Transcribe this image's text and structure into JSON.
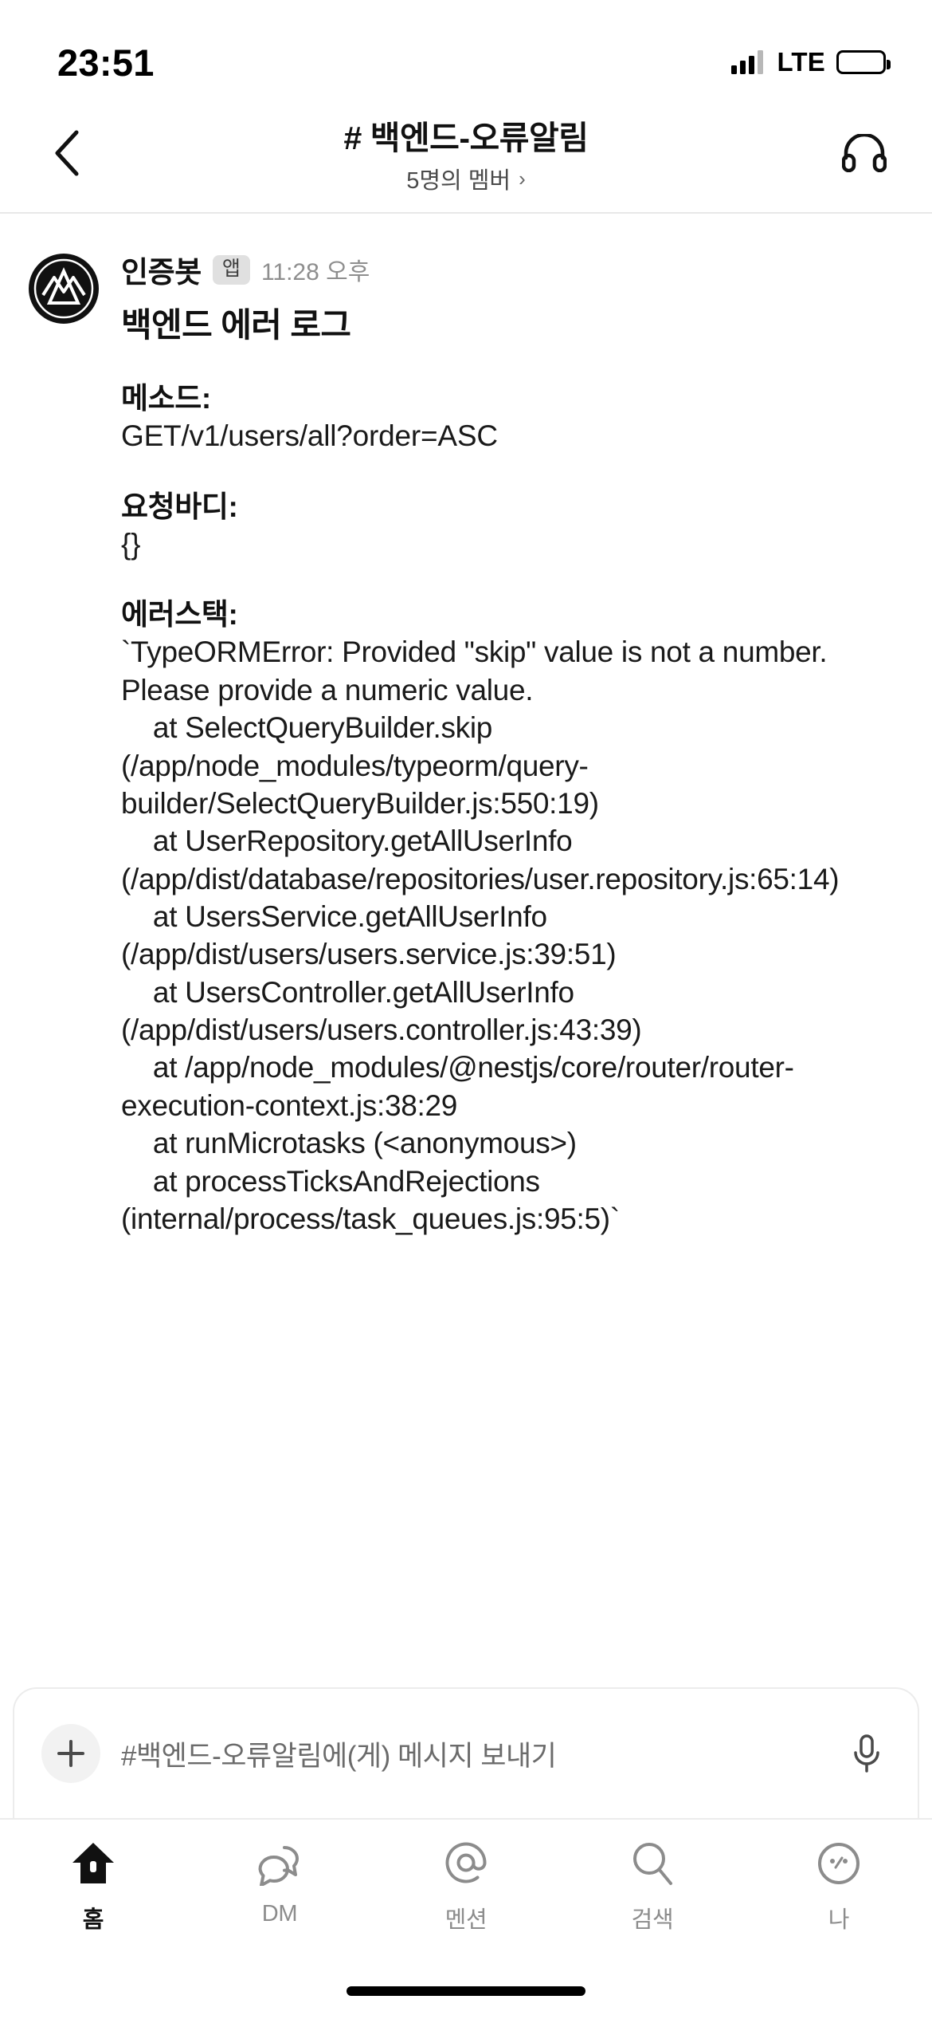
{
  "status_bar": {
    "time": "23:51",
    "network": "LTE",
    "signal_icon": "signal-bars-icon",
    "battery_icon": "battery-icon"
  },
  "header": {
    "back_icon": "chevron-left-icon",
    "channel_name": "# 백엔드-오류알림",
    "members_text": "5명의 멤버",
    "members_chevron": "›",
    "huddle_icon": "headphones-icon"
  },
  "message": {
    "avatar_name": "인증봇-avatar",
    "author": "인증봇",
    "badge": "앱",
    "time": "11:28 오후",
    "title": "백엔드 에러 로그",
    "sections": [
      {
        "label": "메소드:",
        "value": "GET/v1/users/all?order=ASC"
      },
      {
        "label": "요청바디:",
        "value": "{}"
      }
    ],
    "stack_label": "에러스택:",
    "stack_trace": "`TypeORMError: Provided \"skip\" value is not a number. Please provide a numeric value.\n    at SelectQueryBuilder.skip (/app/node_modules/typeorm/query-builder/SelectQueryBuilder.js:550:19)\n    at UserRepository.getAllUserInfo (/app/dist/database/repositories/user.repository.js:65:14)\n    at UsersService.getAllUserInfo (/app/dist/users/users.service.js:39:51)\n    at UsersController.getAllUserInfo (/app/dist/users/users.controller.js:43:39)\n    at /app/node_modules/@nestjs/core/router/router-execution-context.js:38:29\n    at runMicrotasks (<anonymous>)\n    at processTicksAndRejections (internal/process/task_queues.js:95:5)`"
  },
  "composer": {
    "plus_icon": "plus-icon",
    "placeholder": "#백엔드-오류알림에(게) 메시지 보내기",
    "mic_icon": "microphone-icon"
  },
  "tab_bar": {
    "items": [
      {
        "label": "홈",
        "icon": "home-icon",
        "active": true
      },
      {
        "label": "DM",
        "icon": "dm-icon",
        "active": false
      },
      {
        "label": "멘션",
        "icon": "at-icon",
        "active": false
      },
      {
        "label": "검색",
        "icon": "search-icon",
        "active": false
      },
      {
        "label": "나",
        "icon": "profile-icon",
        "active": false
      }
    ]
  },
  "colors": {
    "accent": "#111111",
    "muted": "#8c8c8c",
    "badge_bg": "#e0e0e0",
    "divider": "#ececec"
  }
}
